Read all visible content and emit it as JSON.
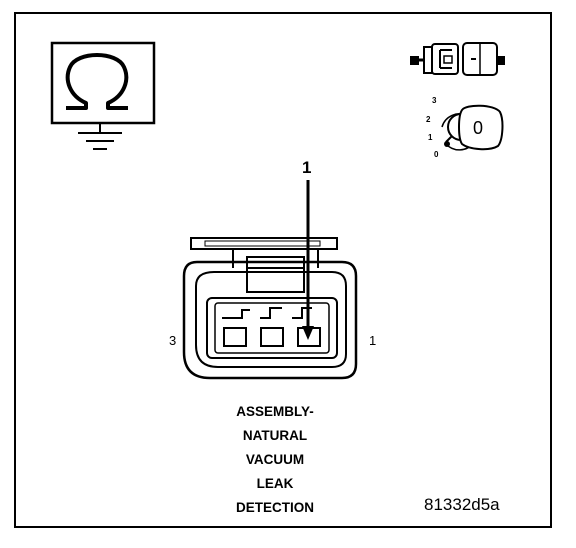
{
  "callout": {
    "number": "1"
  },
  "connector": {
    "pin_left": "3",
    "pin_right": "1"
  },
  "caption": {
    "lines": [
      "ASSEMBLY-",
      "NATURAL",
      "VACUUM",
      "LEAK",
      "DETECTION"
    ]
  },
  "figure_id": "81332d5a",
  "ignition": {
    "scale": [
      "3",
      "2",
      "1",
      "0"
    ],
    "position": "0"
  },
  "icons": {
    "ohmmeter": "ohmmeter-ground-icon",
    "disconnect": "connector-disconnect-icon",
    "ignition": "ignition-key-off-icon"
  }
}
